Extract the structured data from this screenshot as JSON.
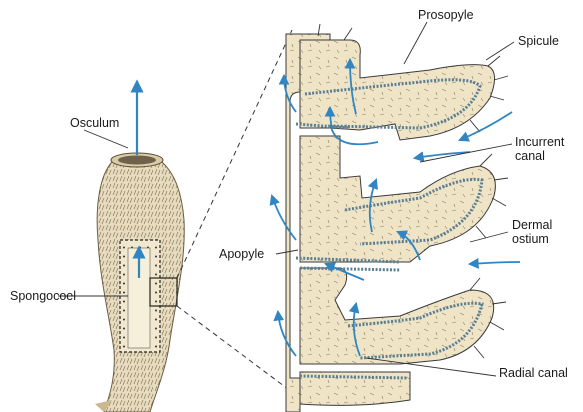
{
  "labels": {
    "prosopyle": "Prosopyle",
    "spicule": "Spicule",
    "osculum": "Osculum",
    "incurrent_canal": "Incurrent canal",
    "dermal_ostium": "Dermal ostium",
    "apopyle": "Apopyle",
    "spongocoel": "Spongocoel",
    "radial_canal": "Radial canal"
  },
  "colors": {
    "tissue": "#efe4c6",
    "tissue_outline": "#3a3a3a",
    "flow_arrow": "#2f86c2",
    "choanocyte": "#5a7f95",
    "leader_line": "#333333"
  },
  "icons": [
    "flow-arrow-icon",
    "spicule-icon",
    "choanocyte-icon"
  ]
}
